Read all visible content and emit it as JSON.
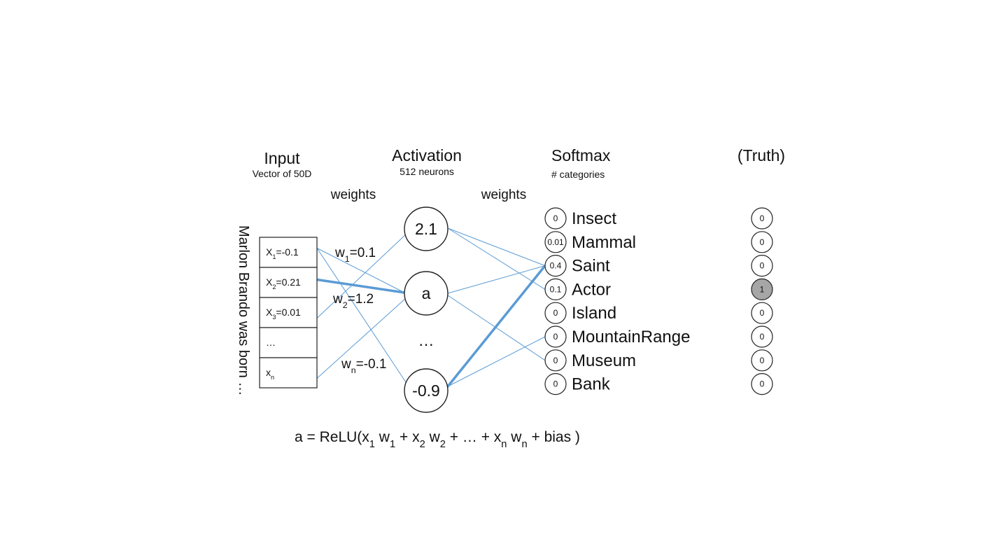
{
  "headers": {
    "input": "Input",
    "input_sub": "Vector of 50D",
    "activation": "Activation",
    "activation_sub": "512 neurons",
    "softmax": "Softmax",
    "softmax_sub": "# categories",
    "truth": "(Truth)"
  },
  "weights_labels": [
    "weights",
    "weights"
  ],
  "sentence": "Marlon Brando was born …",
  "input_cells": [
    {
      "sym": "X",
      "sub": "1",
      "val": "=-0.1"
    },
    {
      "sym": "X",
      "sub": "2",
      "val": "=0.21"
    },
    {
      "sym": "X",
      "sub": "3",
      "val": "=0.01"
    },
    {
      "sym": "…",
      "sub": "",
      "val": ""
    },
    {
      "sym": "x",
      "sub": "n",
      "val": ""
    }
  ],
  "weight_annotations": [
    {
      "sym": "w",
      "sub": "1",
      "val": "=0.1"
    },
    {
      "sym": "w",
      "sub": "2",
      "val": "=1.2"
    },
    {
      "sym": "w",
      "sub": "n",
      "val": "=-0.1"
    }
  ],
  "activation_nodes": [
    "2.1",
    "a",
    "-0.9"
  ],
  "activation_ellipsis": "…",
  "categories": [
    {
      "name": "Insect",
      "softmax": "0",
      "truth": "0"
    },
    {
      "name": "Mammal",
      "softmax": "0.01",
      "truth": "0"
    },
    {
      "name": "Saint",
      "softmax": "0.4",
      "truth": "0"
    },
    {
      "name": "Actor",
      "softmax": "0.1",
      "truth": "1"
    },
    {
      "name": "Island",
      "softmax": "0",
      "truth": "0"
    },
    {
      "name": "MountainRange",
      "softmax": "0",
      "truth": "0"
    },
    {
      "name": "Museum",
      "softmax": "0",
      "truth": "0"
    },
    {
      "name": "Bank",
      "softmax": "0",
      "truth": "0"
    }
  ],
  "formula": {
    "prefix": "a = ReLU(x",
    "parts": [
      {
        "text": "1",
        "sub": true
      },
      {
        "text": " w",
        "sub": false
      },
      {
        "text": "1",
        "sub": true
      },
      {
        "text": " + x",
        "sub": false
      },
      {
        "text": "2",
        "sub": true
      },
      {
        "text": " w",
        "sub": false
      },
      {
        "text": "2",
        "sub": true
      },
      {
        "text": " + … + x",
        "sub": false
      },
      {
        "text": "n",
        "sub": true
      },
      {
        "text": " w",
        "sub": false
      },
      {
        "text": "n",
        "sub": true
      },
      {
        "text": " + bias )",
        "sub": false
      }
    ]
  },
  "colors": {
    "line": "#5b9bd5",
    "stroke": "#222222",
    "truth_fill_active": "#a6a6a6"
  }
}
